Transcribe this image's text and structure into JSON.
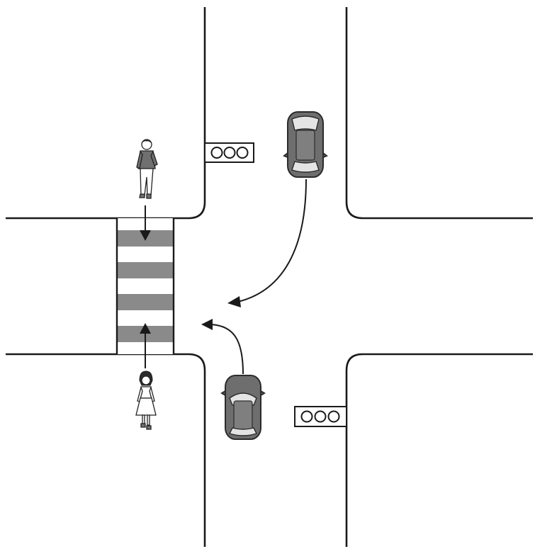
{
  "scene": {
    "kind": "intersection",
    "signals": [
      {
        "id": "north",
        "lamps": 3
      },
      {
        "id": "south-east",
        "lamps": 3
      }
    ],
    "crosswalk": {
      "stripes": 4,
      "stripe_color": "#8a8a8a"
    },
    "vehicles": [
      {
        "id": "car-north",
        "color": "#6e6e6e",
        "heading": "south",
        "maneuver": "right-turn"
      },
      {
        "id": "car-south",
        "color": "#6e6e6e",
        "heading": "north",
        "maneuver": "left-turn"
      }
    ],
    "pedestrians": [
      {
        "id": "man",
        "direction": "south"
      },
      {
        "id": "woman",
        "direction": "north"
      }
    ]
  }
}
